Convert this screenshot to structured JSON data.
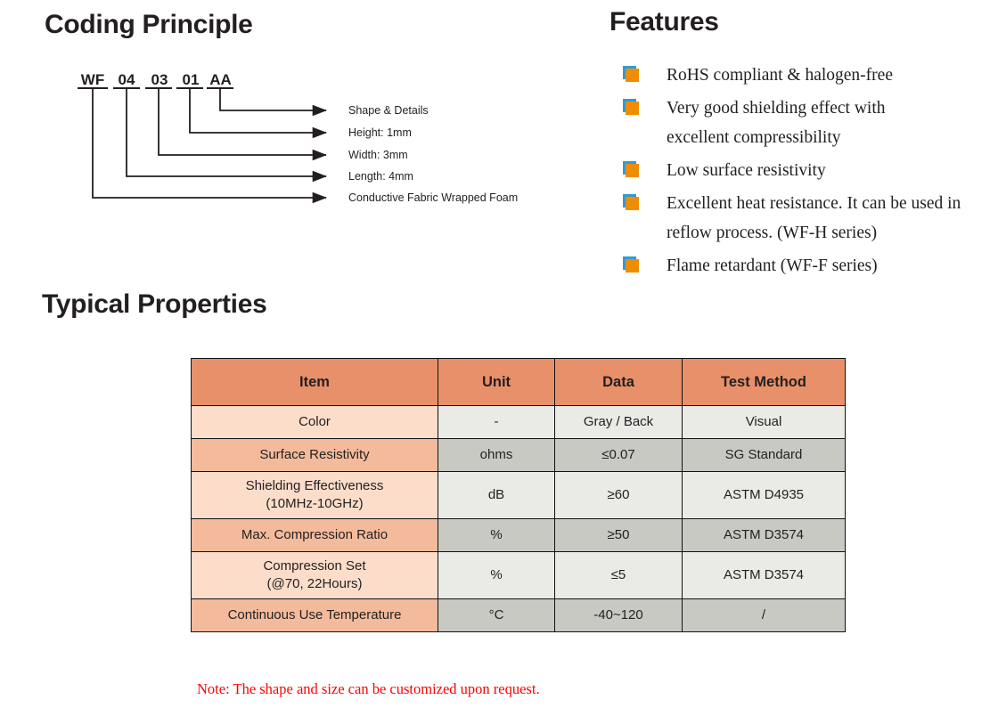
{
  "sections": {
    "coding": {
      "heading": "Coding Principle"
    },
    "features": {
      "heading": "Features"
    },
    "properties": {
      "heading": "Typical Properties"
    }
  },
  "coding_diagram": {
    "code_segments": [
      {
        "text": "WF"
      },
      {
        "text": "04"
      },
      {
        "text": "03"
      },
      {
        "text": "01"
      },
      {
        "text": "AA"
      }
    ],
    "arrow_labels": [
      "Shape & Details",
      "Height: 1mm",
      "Width: 3mm",
      "Length: 4mm",
      "Conductive Fabric Wrapped Foam"
    ]
  },
  "features": {
    "bullet_color": "#f08c00",
    "bullet_shadow_color": "#2e9bd6",
    "items": [
      "RoHS compliant & halogen-free",
      "Very good shielding effect with excellent compressibility",
      "Low surface resistivity",
      "Excellent heat resistance. It can be used in reflow process. (WF-H series)",
      "Flame retardant (WF-F series)"
    ]
  },
  "properties_table": {
    "header_color": "#e8906a",
    "headers": [
      "Item",
      "Unit",
      "Data",
      "Test Method"
    ],
    "rows": [
      {
        "item": "Color",
        "unit": "-",
        "data": "Gray / Back",
        "method": "Visual"
      },
      {
        "item": "Surface Resistivity",
        "unit": "ohms",
        "data": "≤0.07",
        "method": "SG Standard"
      },
      {
        "item": "Shielding Effectiveness\n(10MHz-10GHz)",
        "unit": "dB",
        "data": "≥60",
        "method": "ASTM D4935"
      },
      {
        "item": "Max. Compression Ratio",
        "unit": "%",
        "data": "≥50",
        "method": "ASTM D3574"
      },
      {
        "item": "Compression Set\n(@70, 22Hours)",
        "unit": "%",
        "data": "≤5",
        "method": "ASTM D3574"
      },
      {
        "item": "Continuous Use Temperature",
        "unit": "°C",
        "data": "-40~120",
        "method": "/"
      }
    ],
    "note": "Note: The shape and size can be customized upon request.",
    "note_color": "#ff0000"
  }
}
